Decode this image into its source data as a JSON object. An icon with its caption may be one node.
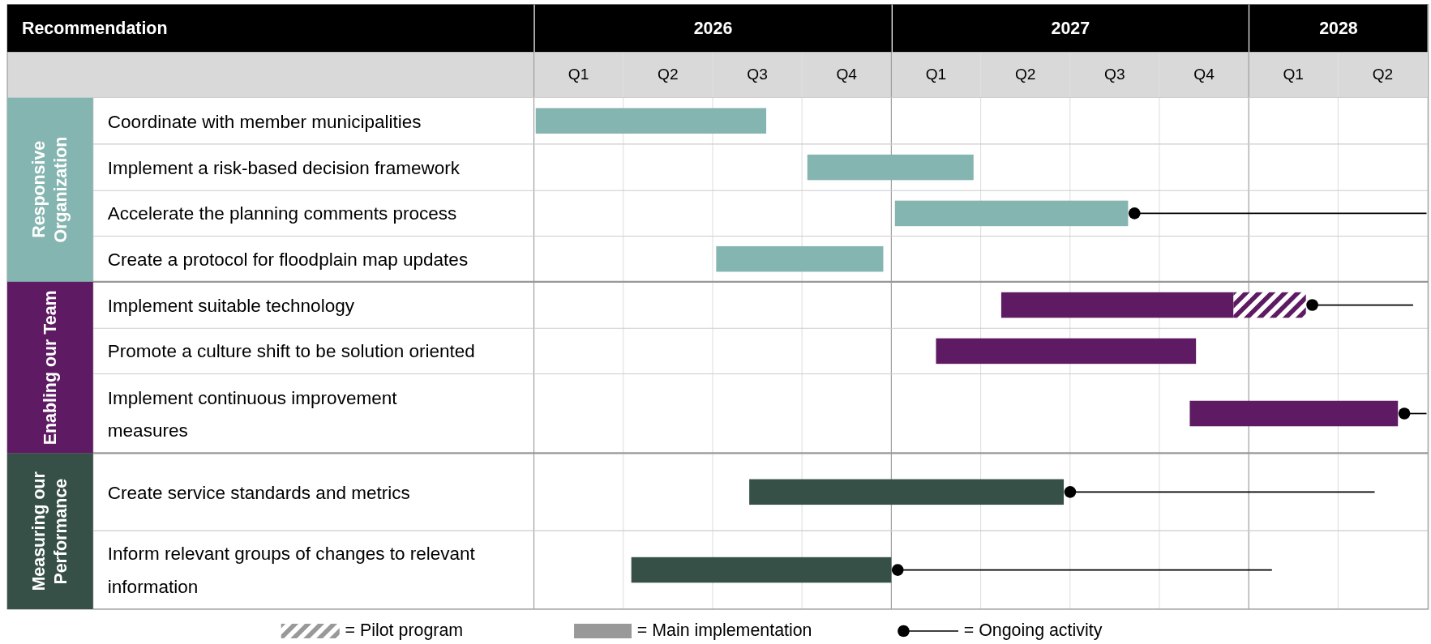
{
  "diagram": {
    "labels": [
      "Recommendation",
      "2026",
      "2027",
      "2028",
      "Q1",
      "Q2",
      "Q3",
      "Q4",
      "Q1",
      "Q2",
      "Q3",
      "Q4",
      "Q1",
      "Q2",
      "Responsive Organization",
      "Coordinate with member municipalities",
      "Implement a risk-based decision framework",
      "Accelerate the planning comments process",
      "Create a protocol for floodplain map updates",
      "Enabling our Team",
      "Implement suitable technology",
      "Promote a culture shift to be solution oriented",
      "Implement continuous improvement measures",
      "Measuring our Performance",
      "Create service standards and metrics",
      "Inform relevant groups of changes to relevant information"
    ],
    "legend": [
      {
        "text": "= Pilot program"
      },
      {
        "text": "= Main implementation",
        "color": "#999999"
      },
      {
        "text": "= Ongoing activity"
      }
    ]
  }
}
